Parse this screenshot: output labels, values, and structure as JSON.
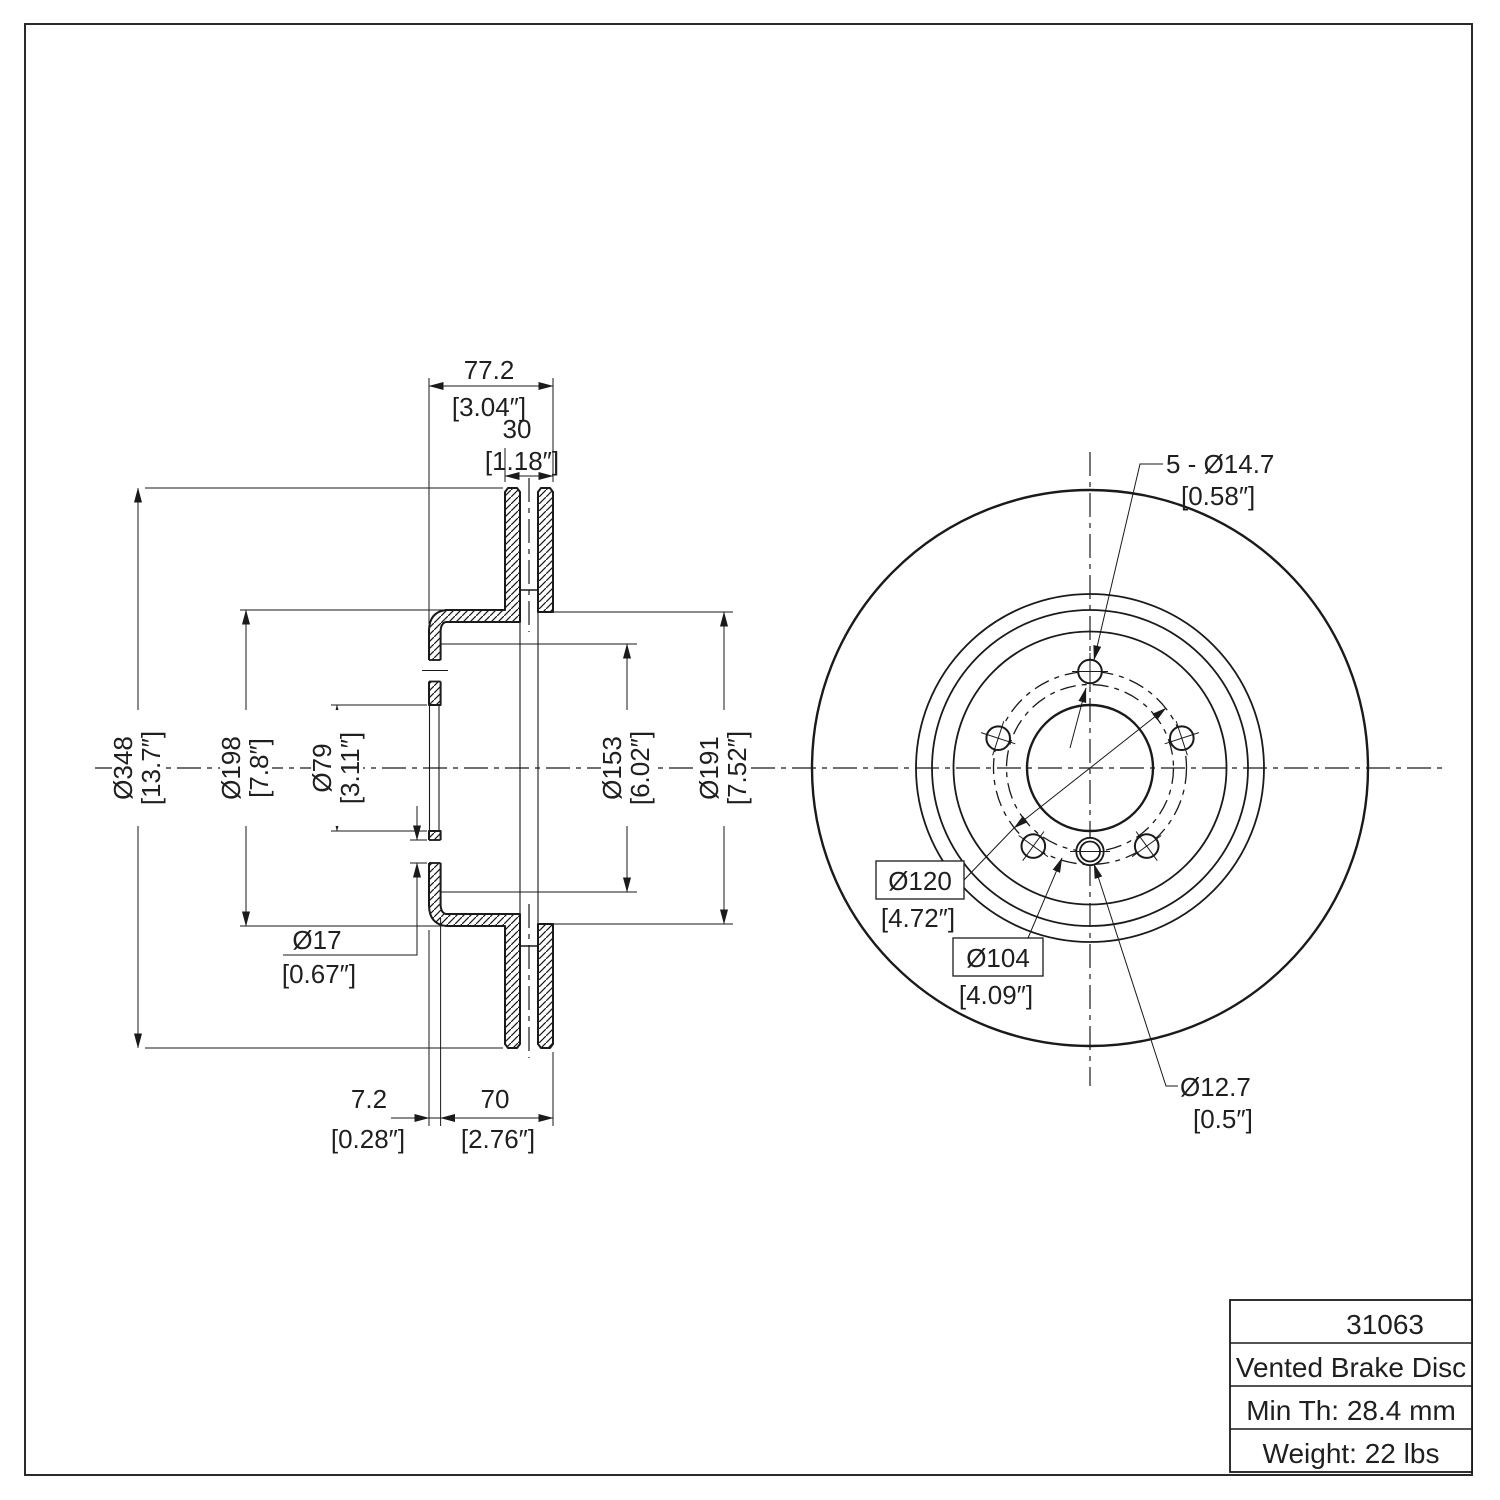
{
  "page": {
    "background": "#ffffff",
    "line_color": "#1a1a1a"
  },
  "section_view": {
    "dim_width_total": {
      "mm": "77.2",
      "in": "[3.04″]"
    },
    "dim_disc_thickness": {
      "mm": "30",
      "in": "[1.18″]"
    },
    "dim_outer_dia": {
      "mm": "Ø348",
      "in": "[13.7″]"
    },
    "dim_hat_dia": {
      "mm": "Ø198",
      "in": "[7.8″]"
    },
    "dim_bore_dia": {
      "mm": "Ø79",
      "in": "[3.11″]"
    },
    "dim_pin_hole": {
      "mm": "Ø17",
      "in": "[0.67″]"
    },
    "dim_inner_step": {
      "mm": "Ø153",
      "in": "[6.02″]"
    },
    "dim_hat_inner": {
      "mm": "Ø191",
      "in": "[7.52″]"
    },
    "dim_plate_thickness": {
      "mm": "7.2",
      "in": "[0.28″]"
    },
    "dim_hat_depth": {
      "mm": "70",
      "in": "[2.76″]"
    }
  },
  "front_view": {
    "dim_bolt_holes": {
      "mm": "5 - Ø14.7",
      "in": "[0.58″]"
    },
    "dim_bolt_circle": {
      "mm": "Ø120",
      "in": "[4.72″]"
    },
    "dim_pin_circle": {
      "mm": "Ø104",
      "in": "[4.09″]"
    },
    "dim_pin_dia": {
      "mm": "Ø12.7",
      "in": "[0.5″]"
    }
  },
  "title_block": {
    "part_number": "31063",
    "description": "Vented Brake Disc",
    "min_thickness": "Min Th: 28.4 mm",
    "weight": "Weight: 22 lbs"
  }
}
